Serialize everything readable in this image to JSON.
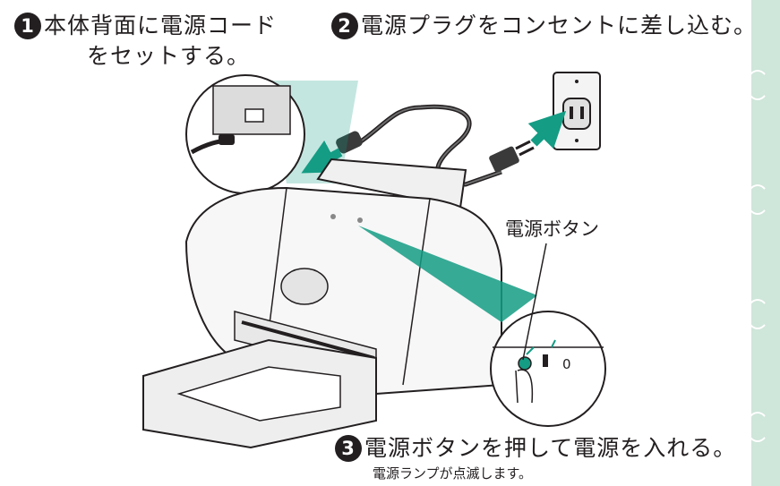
{
  "steps": [
    {
      "number": "1",
      "line1": "本体背面に電源コード",
      "line2": "をセットする。"
    },
    {
      "number": "2",
      "text": "電源プラグをコンセントに差し込む。"
    },
    {
      "number": "3",
      "text": "電源ボタンを押して電源を入れる。",
      "note": "電源ランプが点滅します。"
    }
  ],
  "callout": {
    "power_button": "電源ボタン"
  },
  "colors": {
    "arrow": "#149c84",
    "sidebar": "#cfe6da",
    "ink": "#231f20"
  }
}
